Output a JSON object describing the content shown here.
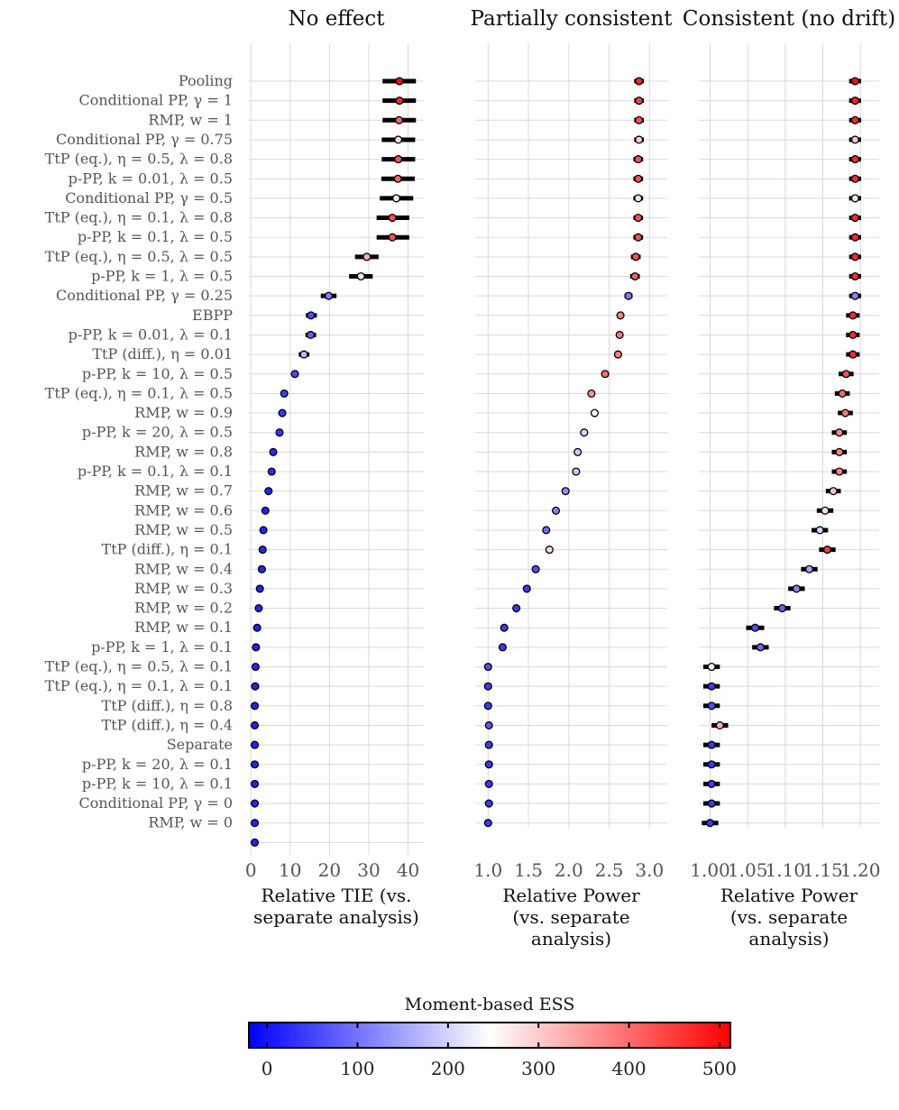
{
  "chart_data": [
    {
      "type": "scatter",
      "title": "No effect",
      "xlabel": [
        "Relative TIE (vs.",
        "separate analysis)"
      ],
      "xlim": [
        -0.5,
        44
      ],
      "xticks": [
        0,
        10,
        20,
        30,
        40
      ],
      "xtick_labels": [
        "0",
        "10",
        "20",
        "30",
        "40"
      ],
      "values": [
        37.8,
        37.8,
        37.7,
        37.5,
        37.5,
        37.4,
        37.0,
        36.0,
        36.0,
        29.5,
        28.0,
        19.8,
        15.3,
        15.2,
        13.5,
        11.2,
        8.5,
        8.0,
        7.3,
        5.7,
        5.3,
        4.5,
        3.7,
        3.2,
        3.0,
        2.8,
        2.3,
        2.0,
        1.6,
        1.3,
        1.2,
        1.1,
        1.0,
        1.0,
        1.0,
        1.0,
        1.0,
        1.0,
        1.0,
        1.0
      ],
      "ci_low": [
        33.5,
        33.5,
        33.5,
        33.3,
        33.3,
        33.2,
        32.8,
        32.0,
        32.0,
        26.5,
        25.0,
        17.8,
        14.0,
        13.9,
        12.2,
        null,
        null,
        null,
        null,
        null,
        null,
        null,
        null,
        null,
        null,
        null,
        null,
        null,
        null,
        null,
        null,
        null,
        null,
        null,
        null,
        null,
        null,
        null,
        null,
        null
      ],
      "ci_high": [
        42.0,
        42.0,
        42.0,
        41.8,
        41.8,
        41.7,
        41.3,
        40.3,
        40.3,
        32.5,
        31.0,
        21.8,
        16.8,
        16.6,
        14.9,
        null,
        null,
        null,
        null,
        null,
        null,
        null,
        null,
        null,
        null,
        null,
        null,
        null,
        null,
        null,
        null,
        null,
        null,
        null,
        null,
        null,
        null,
        null,
        null,
        null
      ],
      "ess": [
        500,
        470,
        410,
        290,
        430,
        410,
        220,
        430,
        430,
        330,
        220,
        110,
        60,
        80,
        170,
        55,
        45,
        35,
        35,
        25,
        25,
        15,
        15,
        15,
        20,
        15,
        15,
        15,
        15,
        15,
        20,
        15,
        15,
        15,
        15,
        15,
        15,
        15,
        15,
        15
      ]
    },
    {
      "type": "scatter",
      "title": "Partially consistent",
      "xlabel": [
        "Relative Power",
        "(vs. separate",
        "analysis)"
      ],
      "xlim": [
        0.84,
        3.22
      ],
      "xticks": [
        1.0,
        1.5,
        2.0,
        2.5,
        3.0
      ],
      "xtick_labels": [
        "1.0",
        "1.5",
        "2.0",
        "2.5",
        "3.0"
      ],
      "values": [
        2.87,
        2.87,
        2.87,
        2.87,
        2.86,
        2.86,
        2.86,
        2.86,
        2.86,
        2.83,
        2.82,
        2.74,
        2.64,
        2.63,
        2.61,
        2.45,
        2.28,
        2.32,
        2.19,
        2.11,
        2.09,
        1.96,
        1.84,
        1.72,
        1.76,
        1.59,
        1.48,
        1.35,
        1.2,
        1.18,
        1.0,
        1.0,
        1.0,
        1.01,
        1.01,
        1.01,
        1.01,
        1.01,
        1.0
      ],
      "ci_low": [
        2.81,
        2.81,
        2.81,
        2.81,
        2.8,
        2.8,
        2.8,
        2.8,
        2.8,
        2.77,
        2.76,
        2.69,
        2.6,
        2.59,
        2.57,
        2.41,
        2.25,
        2.29,
        2.16,
        2.08,
        2.06,
        1.93,
        1.81,
        1.69,
        1.73,
        1.56,
        null,
        null,
        null,
        null,
        null,
        null,
        null,
        null,
        null,
        null,
        null,
        null,
        null
      ],
      "ci_high": [
        2.93,
        2.93,
        2.93,
        2.93,
        2.92,
        2.92,
        2.92,
        2.92,
        2.92,
        2.89,
        2.88,
        2.79,
        2.68,
        2.67,
        2.65,
        2.49,
        2.31,
        2.35,
        2.22,
        2.14,
        2.12,
        1.99,
        1.87,
        1.75,
        1.79,
        1.62,
        null,
        null,
        null,
        null,
        null,
        null,
        null,
        null,
        null,
        null,
        null,
        null,
        null
      ],
      "ess": [
        470,
        440,
        430,
        300,
        430,
        430,
        220,
        430,
        430,
        430,
        410,
        110,
        380,
        390,
        380,
        400,
        360,
        240,
        200,
        190,
        190,
        130,
        110,
        90,
        290,
        60,
        40,
        40,
        40,
        40,
        60,
        40,
        40,
        70,
        40,
        40,
        40,
        40,
        40
      ]
    },
    {
      "type": "scatter",
      "title": "Consistent (no drift)",
      "xlabel": [
        "Relative Power",
        "(vs. separate",
        "analysis)"
      ],
      "xlim": [
        0.985,
        1.225
      ],
      "xticks": [
        1.0,
        1.05,
        1.1,
        1.15,
        1.2
      ],
      "xtick_labels": [
        "1.00",
        "1.05",
        "1.10",
        "1.15",
        "1.20"
      ],
      "values": [
        1.193,
        1.193,
        1.193,
        1.193,
        1.193,
        1.193,
        1.193,
        1.193,
        1.193,
        1.193,
        1.193,
        1.193,
        1.19,
        1.19,
        1.19,
        1.181,
        1.176,
        1.18,
        1.172,
        1.172,
        1.172,
        1.164,
        1.153,
        1.146,
        1.156,
        1.132,
        1.115,
        1.096,
        1.06,
        1.067,
        1.002,
        1.002,
        1.002,
        1.013,
        1.002,
        1.002,
        1.002,
        1.002,
        1.0
      ],
      "ci_low": [
        1.185,
        1.185,
        1.185,
        1.185,
        1.185,
        1.185,
        1.185,
        1.185,
        1.185,
        1.185,
        1.185,
        1.185,
        1.181,
        1.181,
        1.181,
        1.171,
        1.166,
        1.17,
        1.162,
        1.162,
        1.162,
        1.154,
        1.142,
        1.135,
        1.145,
        1.121,
        1.104,
        1.085,
        1.048,
        1.056,
        0.991,
        0.991,
        0.991,
        1.002,
        0.991,
        0.991,
        0.991,
        0.991,
        0.989
      ],
      "ci_high": [
        1.201,
        1.201,
        1.201,
        1.201,
        1.201,
        1.201,
        1.201,
        1.201,
        1.201,
        1.201,
        1.201,
        1.201,
        1.199,
        1.199,
        1.199,
        1.191,
        1.186,
        1.19,
        1.182,
        1.182,
        1.182,
        1.174,
        1.164,
        1.157,
        1.167,
        1.143,
        1.126,
        1.107,
        1.072,
        1.078,
        1.013,
        1.013,
        1.013,
        1.024,
        1.013,
        1.013,
        1.013,
        1.013,
        1.011
      ],
      "ess": [
        500,
        480,
        470,
        310,
        470,
        470,
        220,
        470,
        470,
        470,
        470,
        120,
        470,
        470,
        470,
        430,
        410,
        390,
        370,
        380,
        380,
        310,
        280,
        200,
        450,
        150,
        120,
        80,
        60,
        90,
        230,
        40,
        60,
        330,
        40,
        40,
        40,
        40,
        40
      ]
    },
    {
      "type": "colorbar",
      "title": "Moment-based ESS",
      "range": [
        -20,
        512
      ],
      "ticks": [
        0,
        100,
        200,
        300,
        400,
        500
      ],
      "tick_labels": [
        "0",
        "100",
        "200",
        "300",
        "400",
        "500"
      ],
      "colors": [
        "#0000ff",
        "#ffffff",
        "#ff0000"
      ],
      "mid": 246
    }
  ],
  "row_labels": [
    "Pooling",
    "Conditional PP, γ = 1",
    "RMP, w = 1",
    "Conditional PP, γ = 0.75",
    "TtP (eq.), η = 0.5, λ = 0.8",
    "p-PP, k = 0.01, λ = 0.5",
    "Conditional PP, γ = 0.5",
    "TtP (eq.), η = 0.1, λ = 0.8",
    "p-PP, k = 0.1, λ = 0.5",
    "TtP (eq.), η = 0.5, λ = 0.5",
    "p-PP, k = 1, λ = 0.5",
    "Conditional PP, γ = 0.25",
    "EBPP",
    "p-PP, k = 0.01, λ = 0.1",
    "TtP (diff.), η = 0.01",
    "p-PP, k = 10, λ = 0.5",
    "TtP (eq.), η = 0.1, λ = 0.5",
    "RMP, w = 0.9",
    "p-PP, k = 20, λ = 0.5",
    "RMP, w = 0.8",
    "p-PP, k = 0.1, λ = 0.1",
    "RMP, w = 0.7",
    "RMP, w = 0.6",
    "RMP, w = 0.5",
    "TtP (diff.), η = 0.1",
    "RMP, w = 0.4",
    "RMP, w = 0.3",
    "RMP, w = 0.2",
    "RMP, w = 0.1",
    "p-PP, k = 1, λ = 0.1",
    "TtP (eq.), η = 0.5, λ = 0.1",
    "TtP (eq.), η = 0.1, λ = 0.1",
    "TtP (diff.), η = 0.8",
    "TtP (diff.), η = 0.4",
    "Separate",
    "p-PP, k = 20, λ = 0.1",
    "p-PP, k = 10, λ = 0.1",
    "Conditional PP, γ = 0",
    "RMP, w = 0"
  ]
}
